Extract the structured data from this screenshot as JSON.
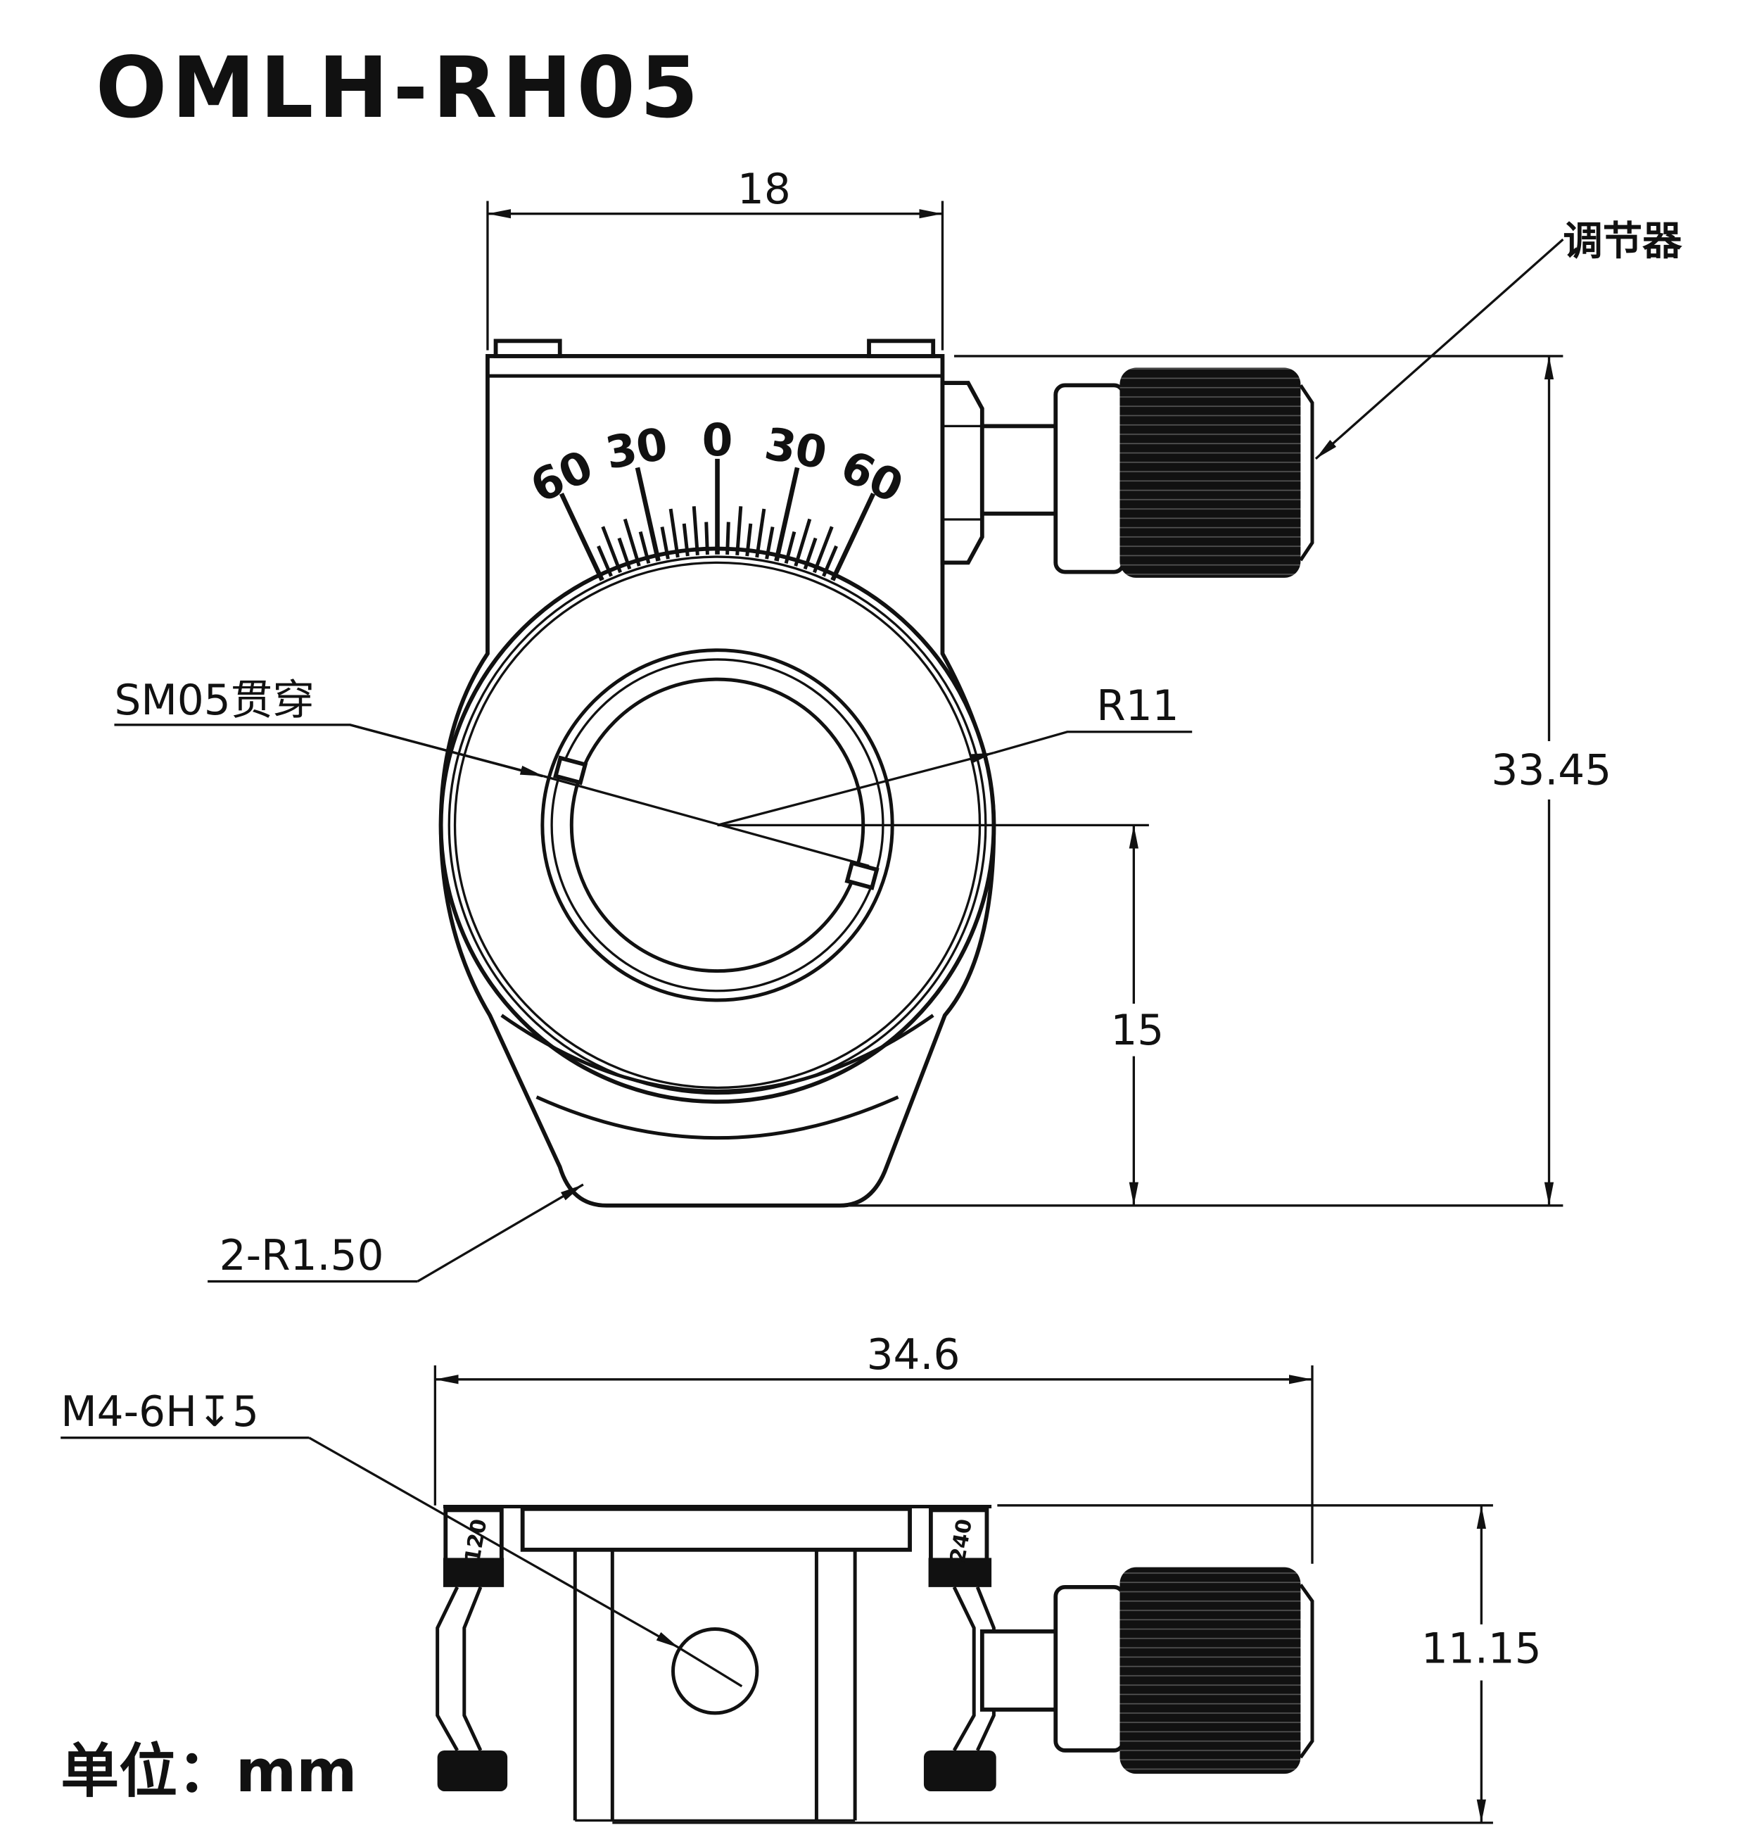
{
  "title": "OMLH-RH05",
  "top_view": {
    "dim_width": "18",
    "dim_height": "33.45",
    "dim_center_height": "15",
    "label_adjuster": "调节器",
    "label_bore": "SM05贯穿",
    "label_radius": "R11",
    "label_fillet": "2-R1.50",
    "scale_labels": [
      "60",
      "30",
      "0",
      "30",
      "60"
    ]
  },
  "bottom_view": {
    "dim_width": "34.6",
    "dim_height": "11.15",
    "label_thread": "M4-6H↧5",
    "screw_labels": [
      "120",
      "240"
    ]
  },
  "unit_label": "单位：mm"
}
